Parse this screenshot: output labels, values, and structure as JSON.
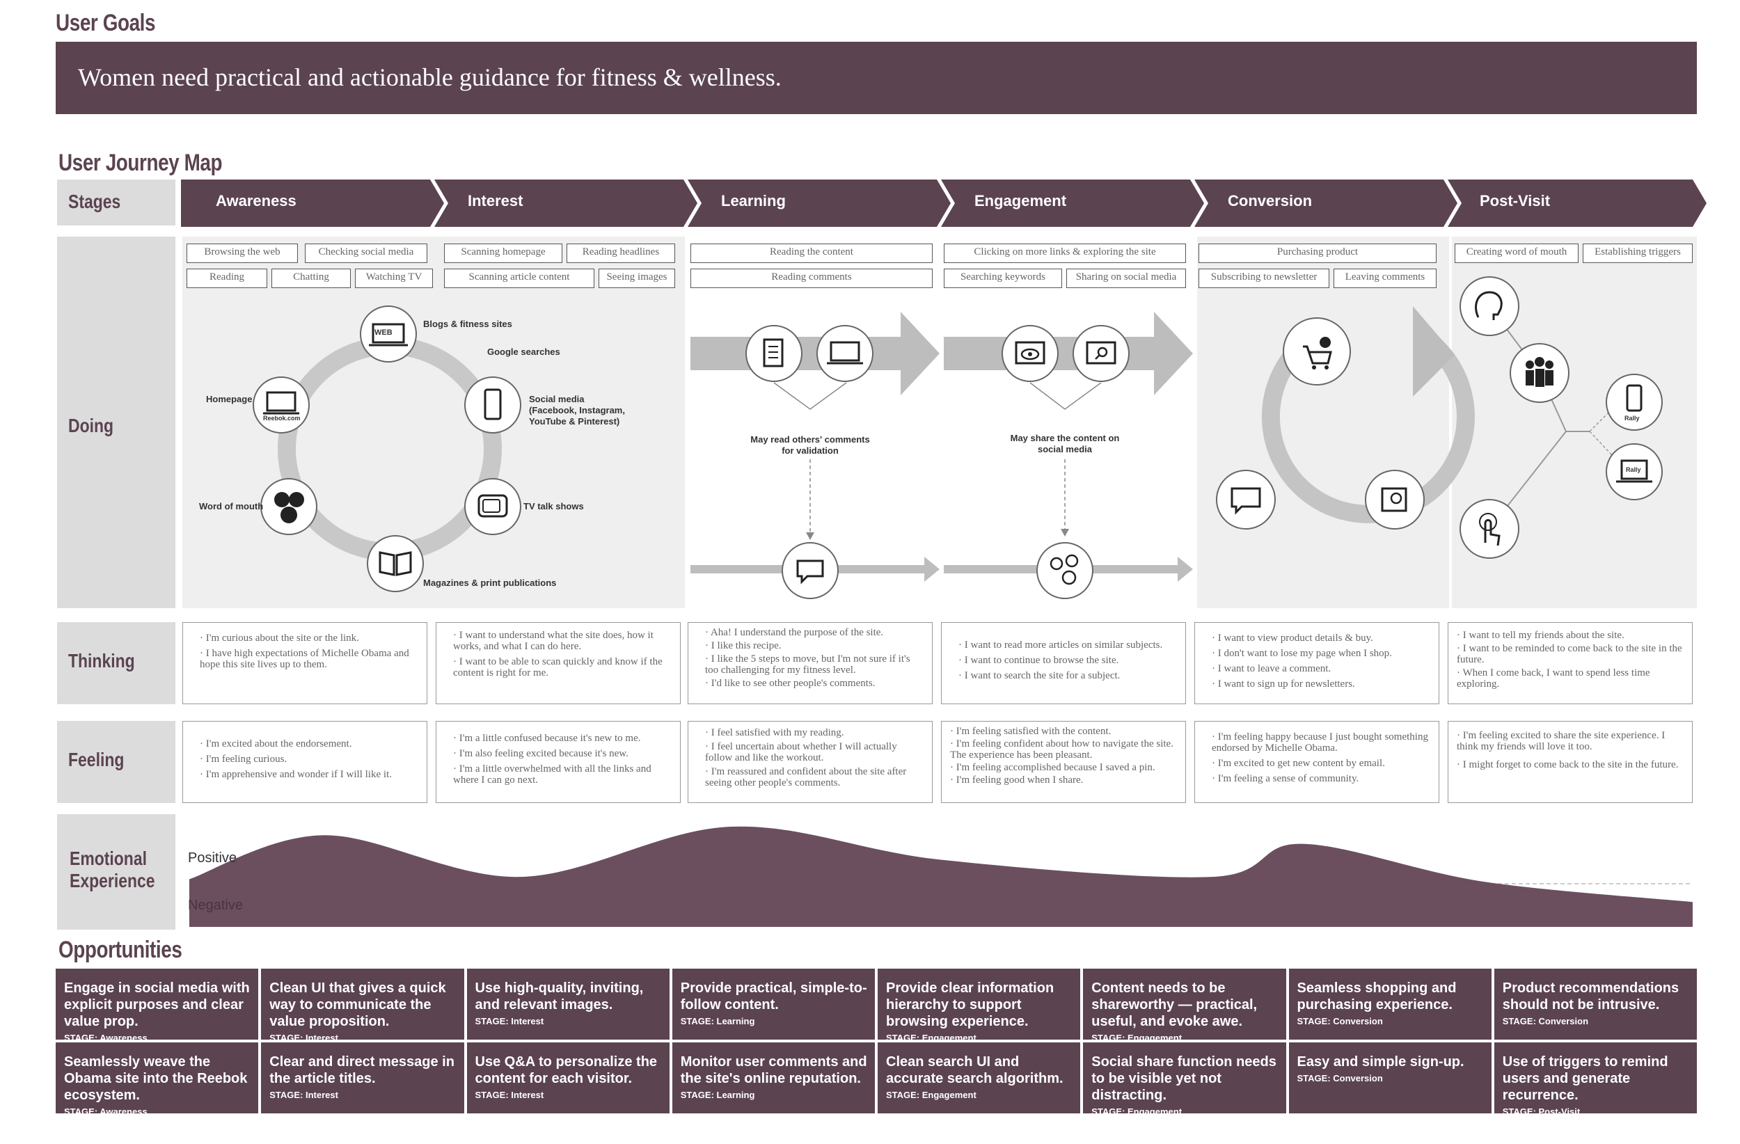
{
  "goals": {
    "title": "User Goals",
    "statement": "Women need practical and actionable guidance for fitness & wellness."
  },
  "journey": {
    "title": "User Journey Map",
    "row_labels": {
      "stages": "Stages",
      "doing": "Doing",
      "thinking": "Thinking",
      "feeling": "Feeling",
      "emotional": "Emotional Experience"
    },
    "stages": [
      "Awareness",
      "Interest",
      "Learning",
      "Engagement",
      "Conversion",
      "Post-Visit"
    ],
    "doing": [
      [
        "Browsing the web",
        "Checking social media",
        "Reading",
        "Chatting",
        "Watching TV"
      ],
      [
        "Scanning homepage",
        "Reading headlines",
        "Scanning article content",
        "Seeing images"
      ],
      [
        "Reading the content",
        "Reading comments"
      ],
      [
        "Clicking on more links & exploring the site",
        "Searching keywords",
        "Sharing on social media"
      ],
      [
        "Purchasing product",
        "Subscribing to newsletter",
        "Leaving comments"
      ],
      [
        "Creating word of mouth",
        "Establishing triggers"
      ]
    ],
    "diagram": {
      "awareness": {
        "blogs": "Blogs & fitness sites",
        "google": "Google searches",
        "social": "Social media",
        "social_sub1": "(Facebook, Instagram,",
        "social_sub2": "YouTube & Pinterest)",
        "tv": "TV talk shows",
        "magazines": "Magazines & print publications",
        "word_of_mouth": "Word of mouth",
        "homepage": "Homepage",
        "web_badge": "WEB",
        "laptop_badge": "Reebok.com"
      },
      "learning_note": [
        "May read others' comments",
        "for validation"
      ],
      "engagement_note": [
        "May share the content on",
        "social media"
      ],
      "rally_1": "Rally",
      "rally_2": "Rally"
    },
    "thinking": [
      [
        "· I'm curious about the site or the link.",
        "· I have high expectations of Michelle Obama and hope this site lives up to them."
      ],
      [
        "· I want to understand what the site does, how it works, and what I can do here.",
        "· I want to be able to scan quickly and know if the content is right for me."
      ],
      [
        "· Aha! I understand the purpose of the site.",
        "· I like this recipe.",
        "· I like the 5 steps to move, but I'm not sure if it's too challenging for my fitness level.",
        "· I'd like to see other people's comments."
      ],
      [
        "· I want to read more articles on similar subjects.",
        "· I want to continue to browse the site.",
        "· I want to search the site for a subject."
      ],
      [
        "· I want to view product details & buy.",
        "· I don't want to lose my page when I shop.",
        "· I want to leave a comment.",
        "· I want to sign up for newsletters."
      ],
      [
        "· I want to tell my friends about the site.",
        "· I want to be reminded to come back to the site in the future.",
        "· When I come back, I want to spend less time exploring."
      ]
    ],
    "feeling": [
      [
        "· I'm excited about the endorsement.",
        "· I'm feeling curious.",
        "· I'm apprehensive and wonder if I will like it."
      ],
      [
        "· I'm a little confused because it's new to me.",
        "· I'm also feeling excited because it's new.",
        "· I'm a little overwhelmed with all the links and where I can go next."
      ],
      [
        "· I feel satisfied with my reading.",
        "· I feel uncertain about whether I will actually follow and like the workout.",
        "· I'm reassured and confident about the site after seeing other people's comments."
      ],
      [
        "· I'm feeling satisfied with the content.",
        "· I'm feeling confident about how to navigate the site. The experience has been pleasant.",
        "· I'm feeling accomplished because I saved a pin.",
        "· I'm feeling good when I share."
      ],
      [
        "· I'm feeling happy because I just bought something endorsed by Michelle Obama.",
        "· I'm excited to get new content by email.",
        "· I'm feeling a sense of community."
      ],
      [
        "· I'm feeling excited to share the site experience. I think my friends will love it too.",
        "· I might forget to come back to the site in the future."
      ]
    ],
    "emotion": {
      "positive_label": "Positive",
      "negative_label": "Negative",
      "scale": [
        -1,
        1
      ],
      "curve": [
        {
          "x": 0.0,
          "y": 0.08
        },
        {
          "x": 0.09,
          "y": 0.85
        },
        {
          "x": 0.22,
          "y": 0.12
        },
        {
          "x": 0.36,
          "y": 1.0
        },
        {
          "x": 0.5,
          "y": 0.42
        },
        {
          "x": 0.68,
          "y": 0.12
        },
        {
          "x": 0.74,
          "y": 0.7
        },
        {
          "x": 0.86,
          "y": 0.04
        },
        {
          "x": 1.0,
          "y": -0.32
        }
      ]
    }
  },
  "opportunities": {
    "title": "Opportunities",
    "stage_prefix": "STAGE:",
    "cells": [
      [
        {
          "text": "Engage in social media with explicit purposes and clear value prop.",
          "stage": "STAGE: Awareness"
        },
        {
          "text": "Clean UI that gives a quick way to communicate the value proposition.",
          "stage": "STAGE: Interest"
        },
        {
          "text": "Use high-quality, inviting, and relevant images.",
          "stage": "STAGE: Interest"
        },
        {
          "text": "Provide practical, simple-to-follow content.",
          "stage": "STAGE: Learning"
        },
        {
          "text": "Provide clear information hierarchy to support browsing experience.",
          "stage": "STAGE: Engagement"
        },
        {
          "text": "Content needs to be shareworthy — practical, useful, and evoke awe.",
          "stage": "STAGE: Engagement"
        },
        {
          "text": "Seamless shopping and purchasing experience.",
          "stage": "STAGE: Conversion"
        },
        {
          "text": "Product recommendations should not be intrusive.",
          "stage": "STAGE: Conversion"
        }
      ],
      [
        {
          "text": "Seamlessly weave the Obama site into the Reebok ecosystem.",
          "stage": "STAGE: Awareness"
        },
        {
          "text": "Clear and direct message in the article titles.",
          "stage": "STAGE: Interest"
        },
        {
          "text": "Use Q&A to personalize the content for each visitor.",
          "stage": "STAGE: Interest"
        },
        {
          "text": "Monitor user comments and the site's online reputation.",
          "stage": "STAGE: Learning"
        },
        {
          "text": "Clean search UI and accurate search algorithm.",
          "stage": "STAGE: Engagement"
        },
        {
          "text": "Social share function needs to be visible yet not distracting.",
          "stage": "STAGE: Engagement"
        },
        {
          "text": "Easy and simple sign-up.",
          "stage": "STAGE: Conversion"
        },
        {
          "text": "Use of triggers to remind users and generate recurrence.",
          "stage": "STAGE: Post-Visit"
        }
      ]
    ]
  },
  "colors": {
    "accent": "#5b4350",
    "panel": "#efefef",
    "label_bg": "#dcdcdc",
    "arrow_gray": "#bdbdbd"
  }
}
